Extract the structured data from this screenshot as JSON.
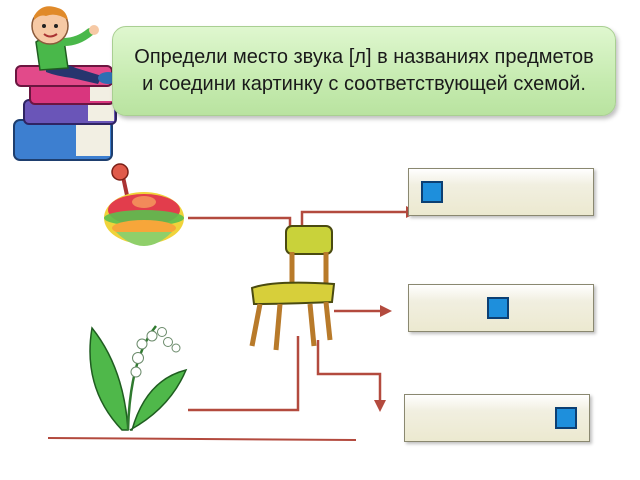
{
  "instruction": {
    "text": "Определи место звука [л] в названиях предметов и соедини картинку с соответствующей схемой."
  },
  "pictures": [
    {
      "icon": "spinning-top-icon"
    },
    {
      "icon": "chair-icon"
    },
    {
      "icon": "lily-of-the-valley-icon"
    }
  ],
  "schemes": [
    {
      "sound_position": "beginning"
    },
    {
      "sound_position": "middle"
    },
    {
      "sound_position": "end"
    }
  ],
  "colors": {
    "banner": "#c6ebb0",
    "connector": "#b34a3e",
    "marker": "#1e8fdc"
  }
}
